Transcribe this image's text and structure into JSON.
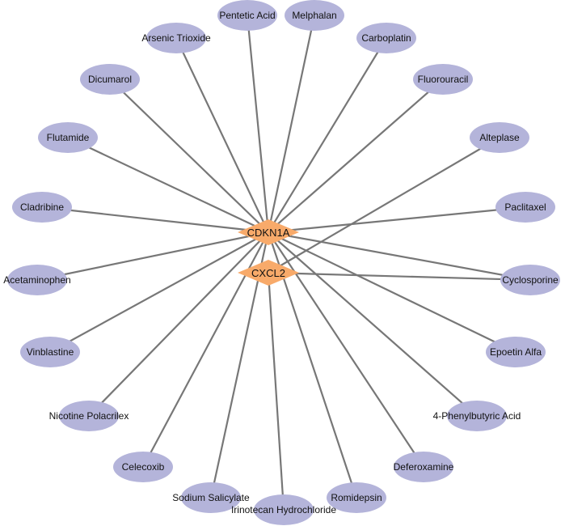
{
  "colors": {
    "drug_node": "#b4b4da",
    "gene_node": "#f8aa6a",
    "edge": "#777777"
  },
  "genes": [
    {
      "id": "CDKN1A",
      "label": "CDKN1A"
    },
    {
      "id": "CXCL2",
      "label": "CXCL2"
    }
  ],
  "drugs": [
    {
      "id": "pentetic-acid",
      "label": "Pentetic Acid"
    },
    {
      "id": "melphalan",
      "label": "Melphalan"
    },
    {
      "id": "arsenic-trioxide",
      "label": "Arsenic Trioxide"
    },
    {
      "id": "carboplatin",
      "label": "Carboplatin"
    },
    {
      "id": "dicumarol",
      "label": "Dicumarol"
    },
    {
      "id": "fluorouracil",
      "label": "Fluorouracil"
    },
    {
      "id": "flutamide",
      "label": "Flutamide"
    },
    {
      "id": "alteplase",
      "label": "Alteplase"
    },
    {
      "id": "cladribine",
      "label": "Cladribine"
    },
    {
      "id": "paclitaxel",
      "label": "Paclitaxel"
    },
    {
      "id": "acetaminophen",
      "label": "Acetaminophen"
    },
    {
      "id": "cyclosporine",
      "label": "Cyclosporine"
    },
    {
      "id": "vinblastine",
      "label": "Vinblastine"
    },
    {
      "id": "epoetin-alfa",
      "label": "Epoetin Alfa"
    },
    {
      "id": "nicotine-polacrilex",
      "label": "Nicotine Polacrilex"
    },
    {
      "id": "4-phenylbutyric-acid",
      "label": "4-Phenylbutyric Acid"
    },
    {
      "id": "celecoxib",
      "label": "Celecoxib"
    },
    {
      "id": "deferoxamine",
      "label": "Deferoxamine"
    },
    {
      "id": "sodium-salicylate",
      "label": "Sodium Salicylate"
    },
    {
      "id": "romidepsin",
      "label": "Romidepsin"
    },
    {
      "id": "irinotecan-hydrochloride",
      "label": "Irinotecan Hydrochloride"
    }
  ],
  "edges": [
    {
      "source": "pentetic-acid",
      "target": "CDKN1A"
    },
    {
      "source": "melphalan",
      "target": "CDKN1A"
    },
    {
      "source": "arsenic-trioxide",
      "target": "CDKN1A"
    },
    {
      "source": "carboplatin",
      "target": "CDKN1A"
    },
    {
      "source": "dicumarol",
      "target": "CDKN1A"
    },
    {
      "source": "fluorouracil",
      "target": "CDKN1A"
    },
    {
      "source": "flutamide",
      "target": "CDKN1A"
    },
    {
      "source": "alteplase",
      "target": "CXCL2"
    },
    {
      "source": "cladribine",
      "target": "CDKN1A"
    },
    {
      "source": "paclitaxel",
      "target": "CDKN1A"
    },
    {
      "source": "acetaminophen",
      "target": "CDKN1A"
    },
    {
      "source": "cyclosporine",
      "target": "CDKN1A"
    },
    {
      "source": "cyclosporine",
      "target": "CXCL2"
    },
    {
      "source": "vinblastine",
      "target": "CDKN1A"
    },
    {
      "source": "epoetin-alfa",
      "target": "CDKN1A"
    },
    {
      "source": "nicotine-polacrilex",
      "target": "CDKN1A"
    },
    {
      "source": "4-phenylbutyric-acid",
      "target": "CDKN1A"
    },
    {
      "source": "celecoxib",
      "target": "CDKN1A"
    },
    {
      "source": "deferoxamine",
      "target": "CDKN1A"
    },
    {
      "source": "sodium-salicylate",
      "target": "CDKN1A"
    },
    {
      "source": "romidepsin",
      "target": "CDKN1A"
    },
    {
      "source": "irinotecan-hydrochloride",
      "target": "CXCL2"
    }
  ]
}
